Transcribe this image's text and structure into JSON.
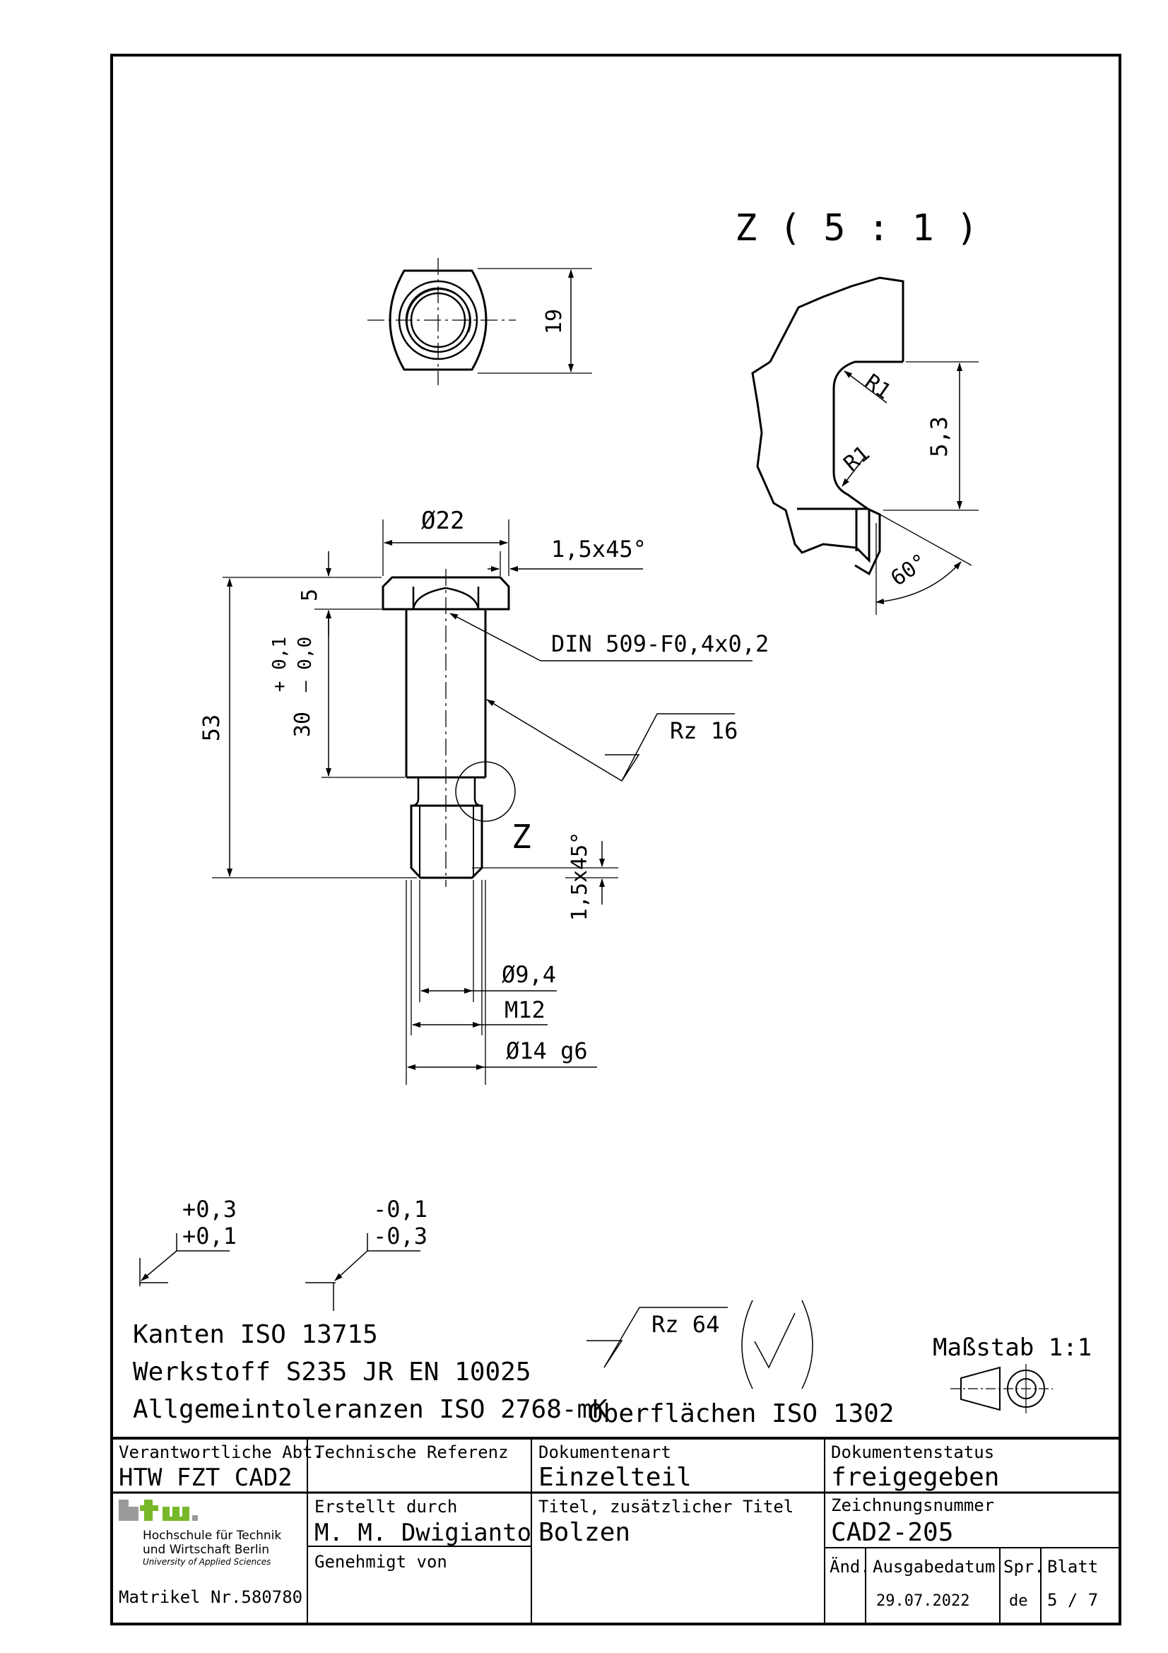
{
  "views": {
    "detail_title": "Z ( 5 : 1 )",
    "detail_marker": "Z",
    "dims": {
      "top_height": "19",
      "dia_head": "Ø22",
      "chamfer_head": "1,5x45°",
      "head_height": "5",
      "shaft_length": "30",
      "shaft_tol_upper": "+ 0,1",
      "shaft_tol_lower": "– 0,0",
      "total_length": "53",
      "undercut": "DIN 509-F0,4x0,2",
      "roughness": "Rz 16",
      "chamfer_end": "1,5x45°",
      "dia_core": "Ø9,4",
      "thread": "M12",
      "dia_shaft": "Ø14  g6",
      "detail_r1_top": "R1",
      "detail_r1_bottom": "R1",
      "detail_height": "5,3",
      "detail_angle": "60°"
    }
  },
  "tolerances": {
    "left_upper": "+0,3",
    "left_lower": "+0,1",
    "right_upper": "-0,1",
    "right_lower": "-0,3"
  },
  "notes": {
    "edges": "Kanten ISO 13715",
    "material": "Werkstoff S235 JR EN 10025",
    "general_tol": "Allgemeintoleranzen ISO 2768-mK",
    "surface_rz": "Rz 64",
    "surfaces": "Oberflächen ISO 1302",
    "scale": "Maßstab 1:1"
  },
  "title_block": {
    "resp_dept_label": "Verantwortliche Abt.",
    "resp_dept": "HTW FZT CAD2",
    "tech_ref_label": "Technische Referenz",
    "doc_type_label": "Dokumentenart",
    "doc_type": "Einzelteil",
    "doc_status_label": "Dokumentenstatus",
    "doc_status": "freigegeben",
    "logo_text": "htw.",
    "uni_line1": "Hochschule für Technik",
    "uni_line2": "und Wirtschaft Berlin",
    "uni_line3": "University of Applied Sciences",
    "matrikel": "Matrikel Nr.580780",
    "created_label": "Erstellt durch",
    "created_by": "M. M. Dwigianto",
    "approved_label": "Genehmigt von",
    "title_label": "Titel, zusätzlicher Titel",
    "title": "Bolzen",
    "drawing_no_label": "Zeichnungsnummer",
    "drawing_no": "CAD2-205",
    "rev_label": "Änd.",
    "issue_date_label": "Ausgabedatum",
    "issue_date": "29.07.2022",
    "lang_label": "Spr.",
    "lang": "de",
    "sheet_label": "Blatt",
    "sheet": "5 / 7"
  },
  "colors": {
    "ink": "#000000",
    "logo_grey": "#9a9a9a",
    "logo_green": "#76b82a"
  }
}
